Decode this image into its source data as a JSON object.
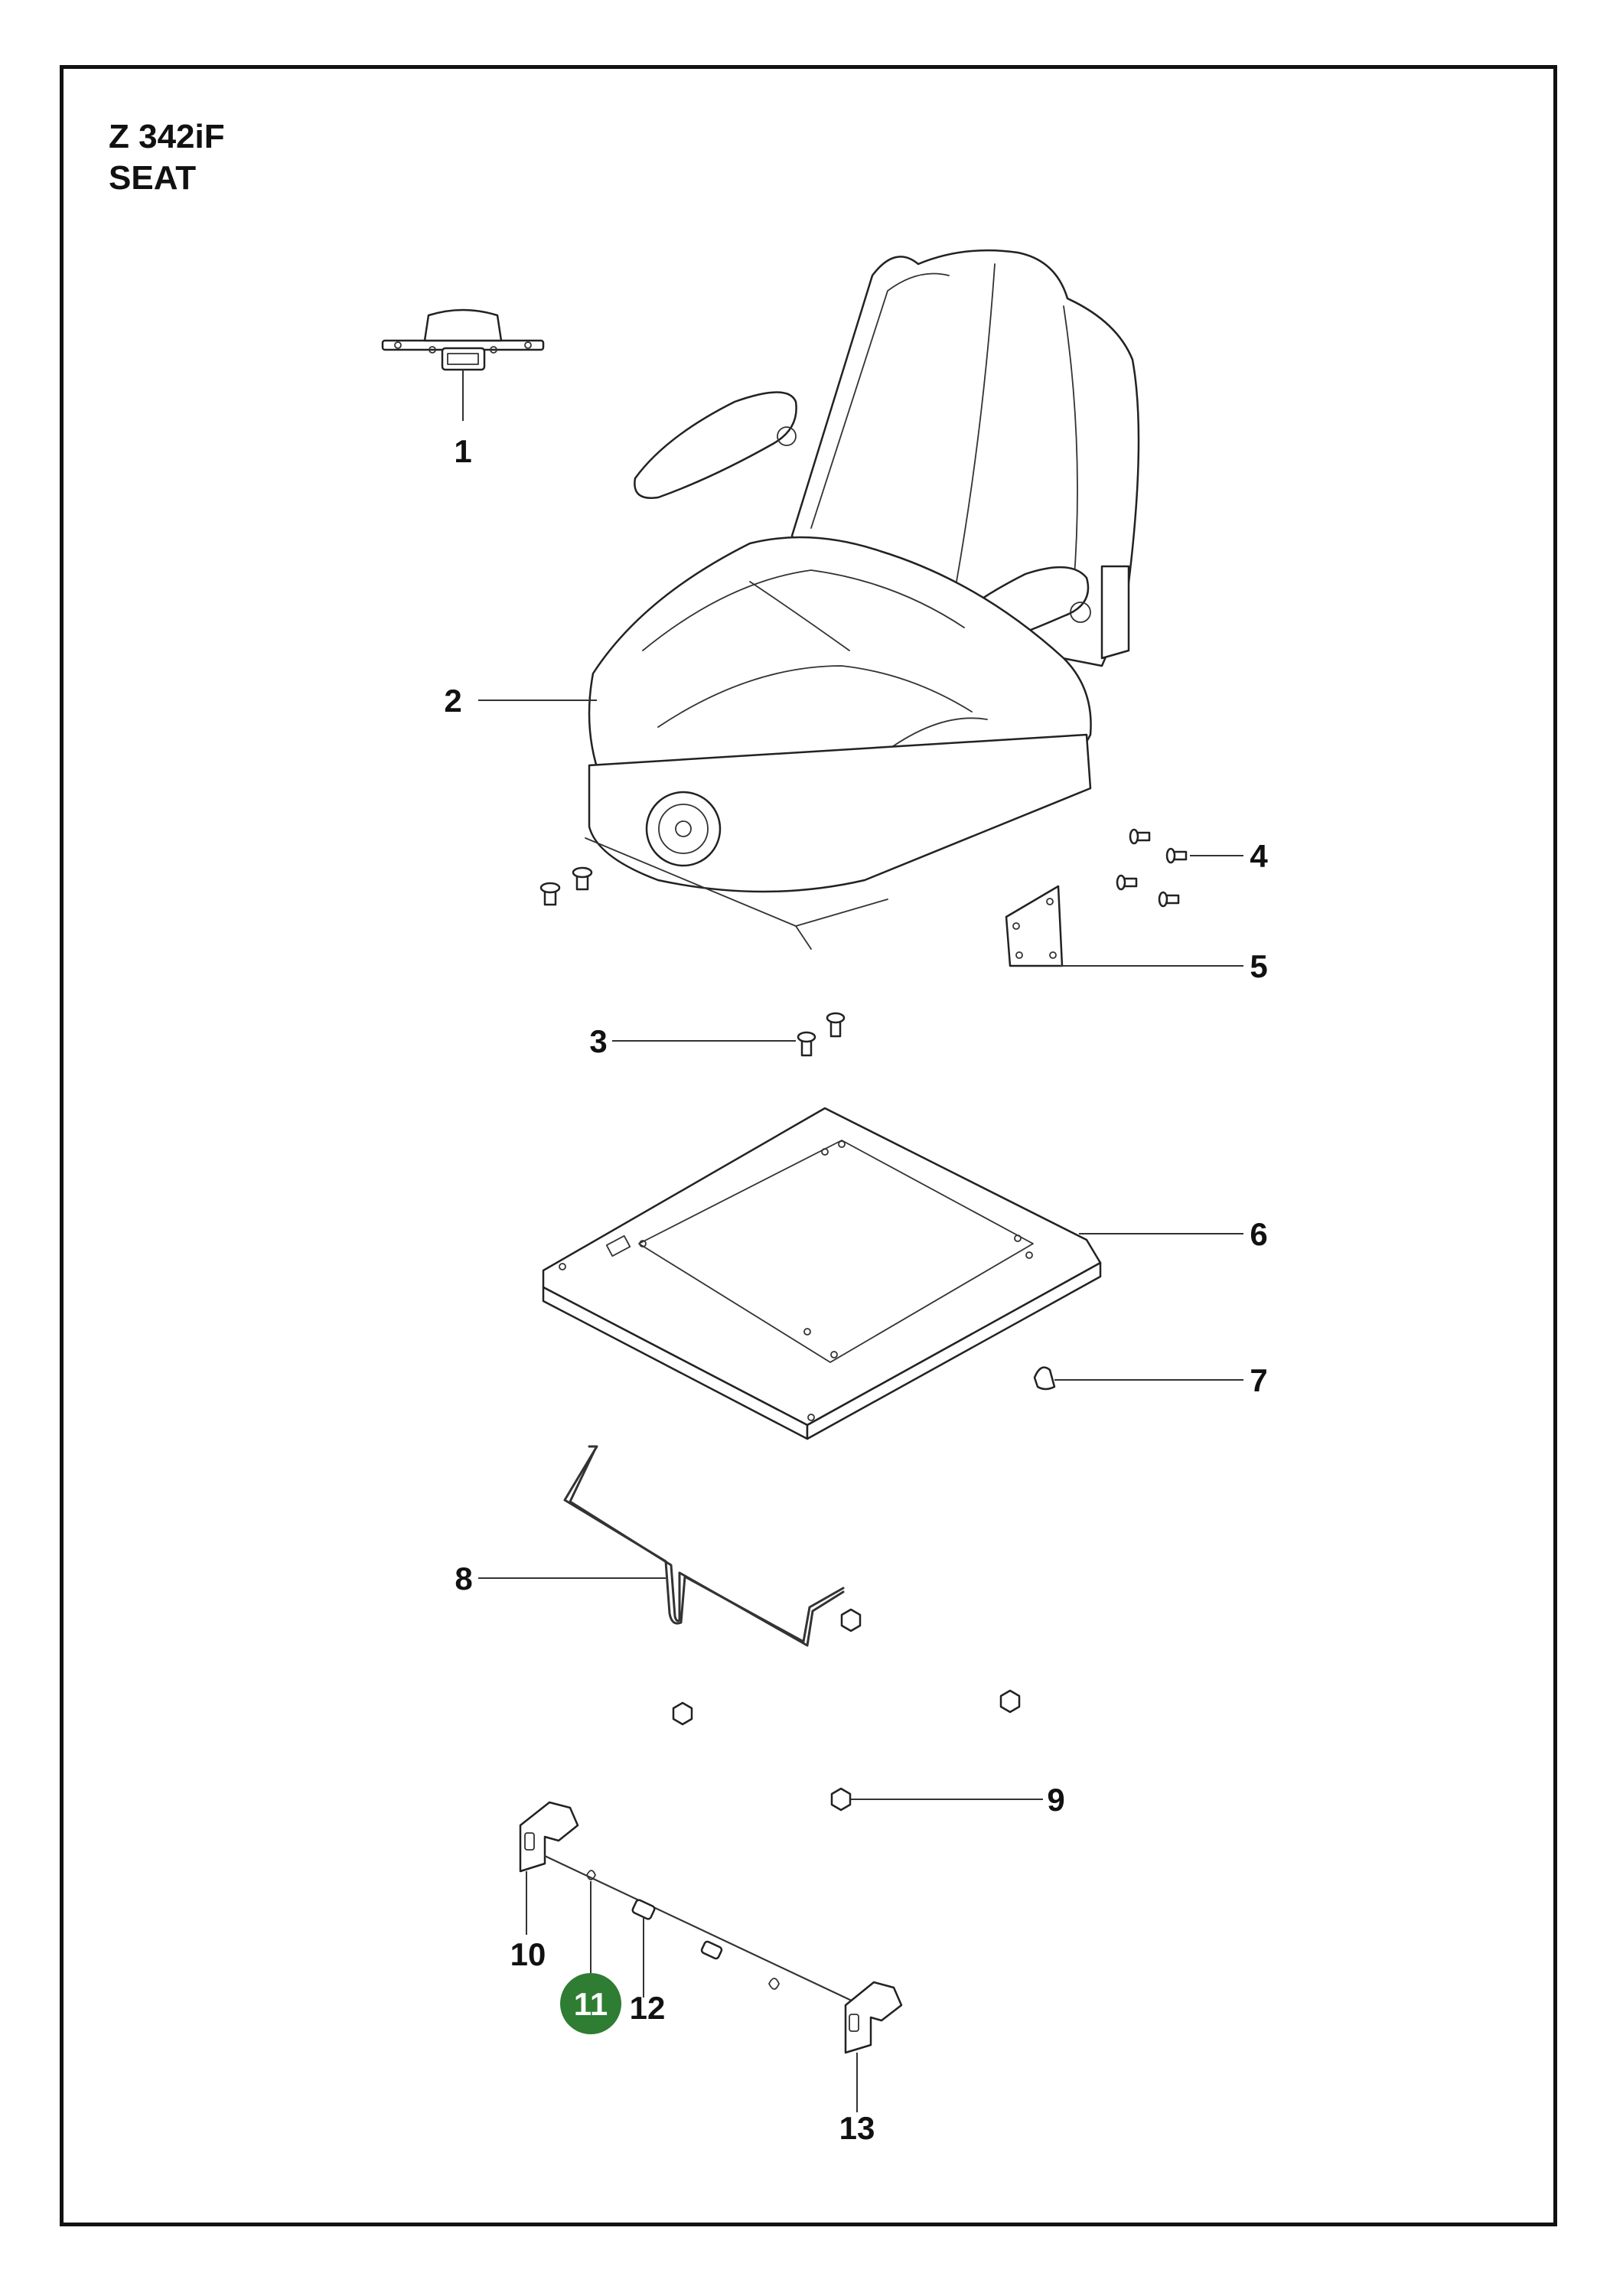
{
  "title": {
    "model": "Z 342iF",
    "section": "SEAT"
  },
  "highlight_color": "#2e7d32",
  "callouts": {
    "c1": "1",
    "c2": "2",
    "c3": "3",
    "c4": "4",
    "c5": "5",
    "c6": "6",
    "c7": "7",
    "c8": "8",
    "c9": "9",
    "c10": "10",
    "c11": "11",
    "c12": "12",
    "c13": "13"
  },
  "highlighted_callout": "11"
}
